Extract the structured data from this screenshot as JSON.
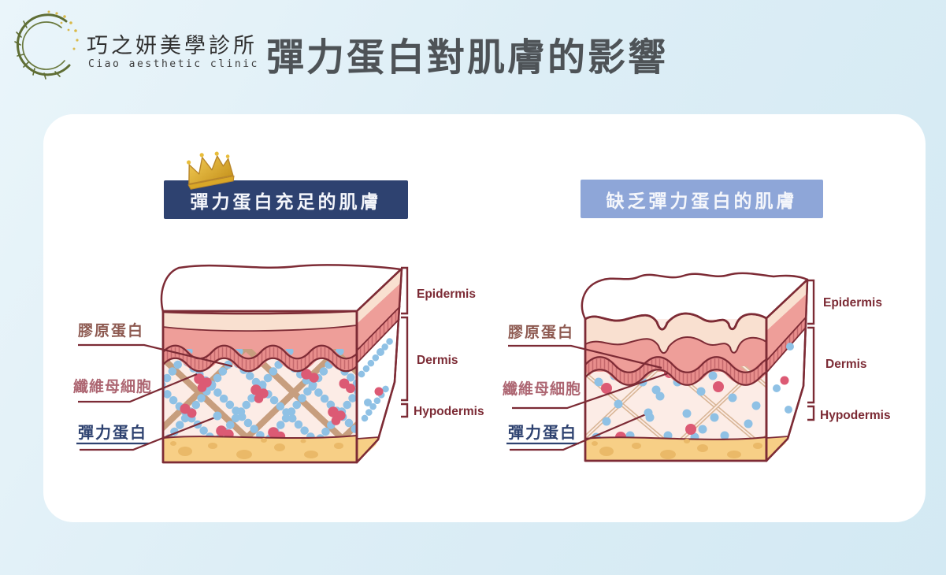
{
  "header": {
    "logo_icon": "wreath-logo-icon",
    "clinic_name_zh": "巧之妍美學診所",
    "clinic_name_en": "Ciao aesthetic clinic",
    "title": "彈力蛋白對肌膚的影響"
  },
  "comparison": {
    "healthy": {
      "banner_label": "彈力蛋白充足的肌膚",
      "banner_color": "#2e4270",
      "crown_icon": "crown-icon",
      "labels": {
        "collagen": "膠原蛋白",
        "fibroblast": "纖維母細胞",
        "elastin": "彈力蛋白",
        "epidermis": "Epidermis",
        "dermis": "Dermis",
        "hypodermis": "Hypodermis"
      }
    },
    "aged": {
      "banner_label": "缺乏彈力蛋白的肌膚",
      "banner_color": "#8ea6d8",
      "labels": {
        "collagen": "膠原蛋白",
        "fibroblast": "纖維母細胞",
        "elastin": "彈力蛋白",
        "epidermis": "Epidermis",
        "dermis": "Dermis",
        "hypodermis": "Hypodermis"
      }
    }
  },
  "colors": {
    "page_background": "#ddeef6",
    "card_background": "#ffffff",
    "banner_navy": "#2e4270",
    "banner_light_blue": "#8ea6d8",
    "title_text": "#4e5357",
    "diagram_outline": "#7d2b35",
    "epidermis_pink": "#ee9e99",
    "dermis_background": "#fcece6",
    "hypodermis_yellow": "#f7cf86",
    "elastin_blue": "#8fc1e5",
    "fibroblast_red": "#dc5a74",
    "collagen_tan": "#c79e7e",
    "crown_gold": "#d9a727"
  }
}
